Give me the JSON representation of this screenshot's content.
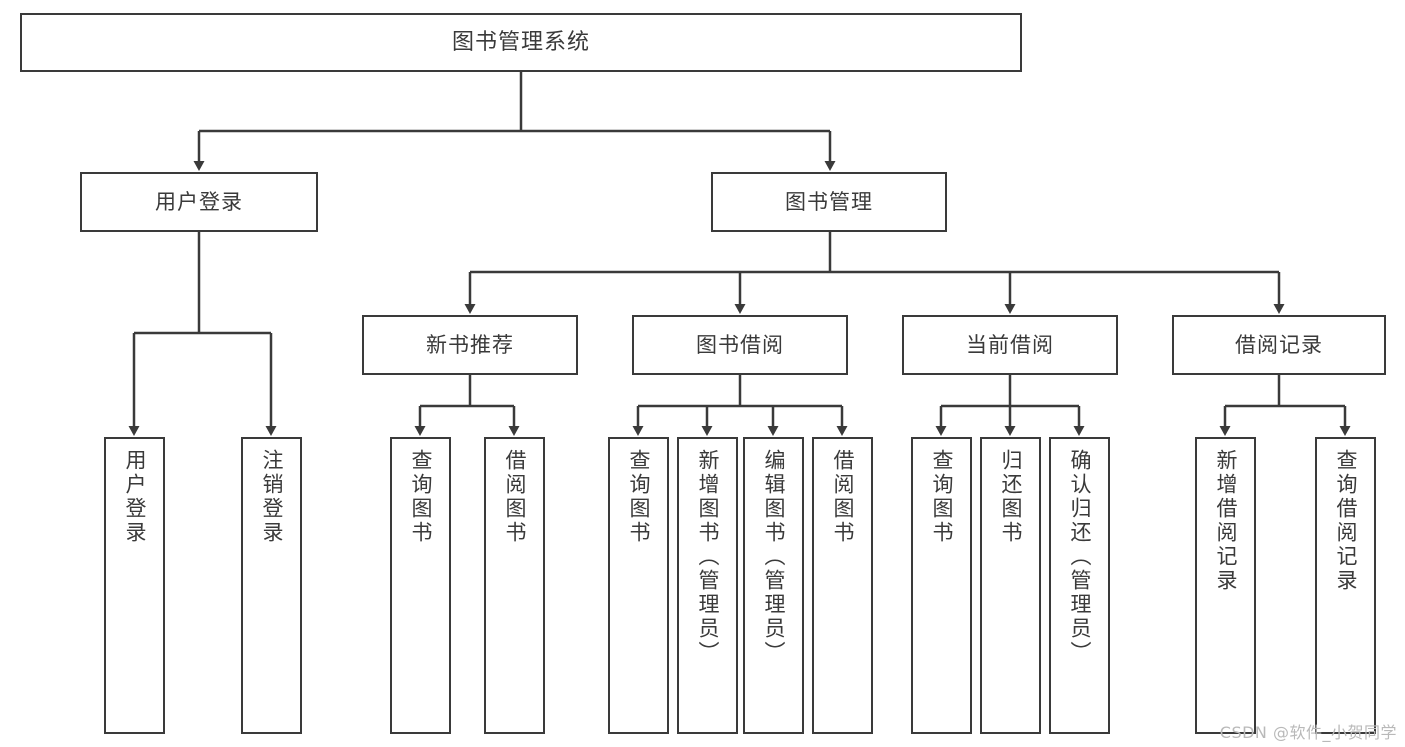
{
  "diagram": {
    "title": "图书管理系统",
    "type": "tree",
    "watermark": "CSDN @软件_小贺同学",
    "colors": {
      "box_border": "#3a3a3a",
      "box_fill": "#ffffff",
      "line": "#3a3a3a",
      "text": "#3a3a3a",
      "watermark": "#b9b9b9",
      "background": "#ffffff"
    },
    "root": {
      "label": "图书管理系统"
    },
    "level1": [
      {
        "label": "用户登录"
      },
      {
        "label": "图书管理"
      }
    ],
    "level2": [
      {
        "label": "新书推荐"
      },
      {
        "label": "图书借阅"
      },
      {
        "label": "当前借阅"
      },
      {
        "label": "借阅记录"
      }
    ],
    "leaves": {
      "user_login": [
        {
          "label": "用户登录"
        },
        {
          "label": "注销登录"
        }
      ],
      "new_book": [
        {
          "label": "查询图书"
        },
        {
          "label": "借阅图书"
        }
      ],
      "book_borrow": [
        {
          "label": "查询图书"
        },
        {
          "label": "新增图书（管理员）"
        },
        {
          "label": "编辑图书（管理员）"
        },
        {
          "label": "借阅图书"
        }
      ],
      "current_borrow": [
        {
          "label": "查询图书"
        },
        {
          "label": "归还图书"
        },
        {
          "label": "确认归还（管理员）"
        }
      ],
      "borrow_record": [
        {
          "label": "新增借阅记录"
        },
        {
          "label": "查询借阅记录"
        }
      ]
    }
  }
}
